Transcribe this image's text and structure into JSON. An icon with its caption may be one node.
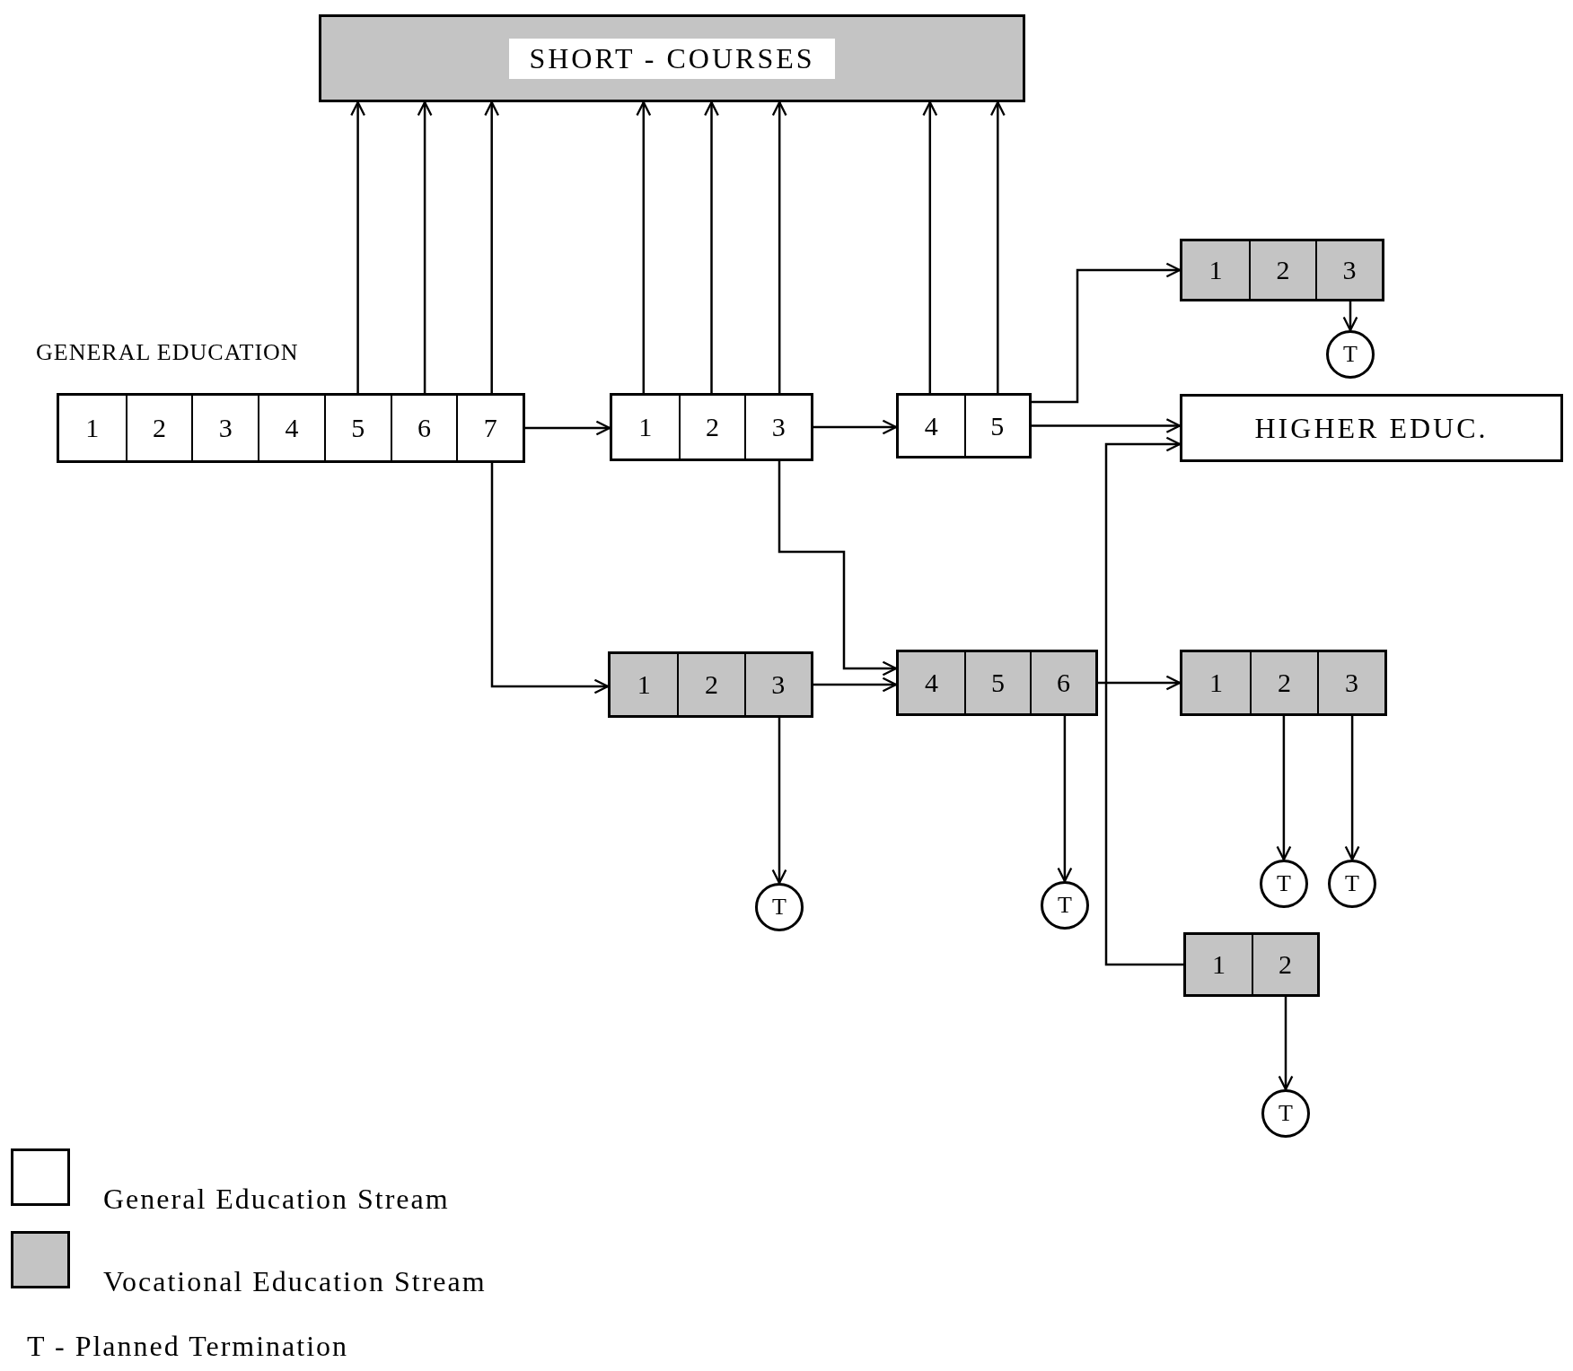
{
  "diagram": {
    "nodes": [
      {
        "text": [
          "SHORT - COURSES"
        ]
      },
      {
        "text": [],
        "shape": "bar"
      },
      {
        "text": [
          "1"
        ],
        "in": 1
      },
      {
        "text": [
          "2"
        ],
        "in": 1
      },
      {
        "text": [
          "3"
        ],
        "in": 1
      },
      {
        "text": [
          "4"
        ],
        "in": 1
      },
      {
        "text": [
          "5"
        ],
        "in": 1
      },
      {
        "text": [
          "6"
        ],
        "in": 1
      },
      {
        "text": [
          "7"
        ],
        "in": 1
      },
      {
        "text": [],
        "shape": "bar"
      },
      {
        "text": [
          "1"
        ],
        "in": 9
      },
      {
        "text": [
          "2"
        ],
        "in": 9
      },
      {
        "text": [
          "3"
        ],
        "in": 9
      },
      {
        "text": [],
        "shape": "bar"
      },
      {
        "text": [
          "4"
        ],
        "in": 13
      },
      {
        "text": [
          "5"
        ],
        "in": 13
      },
      {
        "text": [],
        "shape": "bar"
      },
      {
        "text": [
          "1"
        ],
        "in": 16
      },
      {
        "text": [
          "2"
        ],
        "in": 16
      },
      {
        "text": [
          "3"
        ],
        "in": 16
      },
      {
        "text": [
          "T"
        ]
      },
      {
        "text": [
          "HIGHER EDUC."
        ]
      },
      {
        "text": [],
        "shape": "bar"
      },
      {
        "text": [
          "1"
        ],
        "in": 22
      },
      {
        "text": [
          "2"
        ],
        "in": 22
      },
      {
        "text": [
          "3"
        ],
        "in": 22
      },
      {
        "text": [],
        "shape": "bar"
      },
      {
        "text": [
          "4"
        ],
        "in": 26
      },
      {
        "text": [
          "5"
        ],
        "in": 26
      },
      {
        "text": [
          "6"
        ],
        "in": 26
      },
      {
        "text": [],
        "shape": "bar"
      },
      {
        "text": [
          "1"
        ],
        "in": 30
      },
      {
        "text": [
          "2"
        ],
        "in": 30
      },
      {
        "text": [
          "3"
        ],
        "in": 30
      },
      {
        "text": [
          "T"
        ]
      },
      {
        "text": [
          "T"
        ]
      },
      {
        "text": [
          "T"
        ]
      },
      {
        "text": [
          "T"
        ]
      },
      {
        "text": [],
        "shape": "bar"
      },
      {
        "text": [
          "1"
        ],
        "in": 38
      },
      {
        "text": [
          "2"
        ],
        "in": 38
      },
      {
        "text": [
          "T"
        ]
      }
    ],
    "edges": [
      {
        "from": 6,
        "to": 0,
        "arrow": "to"
      },
      {
        "from": 7,
        "to": 0,
        "arrow": "to"
      },
      {
        "from": 8,
        "to": 0,
        "arrow": "to"
      },
      {
        "from": 10,
        "to": 0,
        "arrow": "to"
      },
      {
        "from": 11,
        "to": 0,
        "arrow": "to"
      },
      {
        "from": 12,
        "to": 0,
        "arrow": "to"
      },
      {
        "from": 14,
        "to": 0,
        "arrow": "to"
      },
      {
        "from": 15,
        "to": 0,
        "arrow": "to"
      },
      {
        "from": 8,
        "to": 10,
        "arrow": "to"
      },
      {
        "from": 12,
        "to": 14,
        "arrow": "to"
      },
      {
        "from": 15,
        "to": 17,
        "arrow": "to"
      },
      {
        "from": 15,
        "to": 21,
        "arrow": "to"
      },
      {
        "from": 19,
        "to": 20,
        "arrow": "to"
      },
      {
        "from": 8,
        "to": 23,
        "arrow": "to"
      },
      {
        "from": 12,
        "to": 27,
        "arrow": "to"
      },
      {
        "from": 25,
        "to": 27,
        "arrow": "to"
      },
      {
        "from": 25,
        "to": 34,
        "arrow": "to"
      },
      {
        "from": 29,
        "to": 35,
        "arrow": "to"
      },
      {
        "from": 29,
        "to": 31,
        "arrow": "to"
      },
      {
        "from": 32,
        "to": 36,
        "arrow": "to"
      },
      {
        "from": 33,
        "to": 37,
        "arrow": "to"
      },
      {
        "from": 39,
        "to": 21,
        "arrow": "to"
      },
      {
        "from": 40,
        "to": 41,
        "arrow": "to"
      }
    ],
    "labels": [
      "GENERAL EDUCATION"
    ],
    "legend": [
      {
        "text": "General Education Stream",
        "color": "#ffffff"
      },
      {
        "text": "Vocational Education Stream",
        "color": "#c4c4c4"
      },
      {
        "text": "T - Planned Termination"
      }
    ]
  }
}
